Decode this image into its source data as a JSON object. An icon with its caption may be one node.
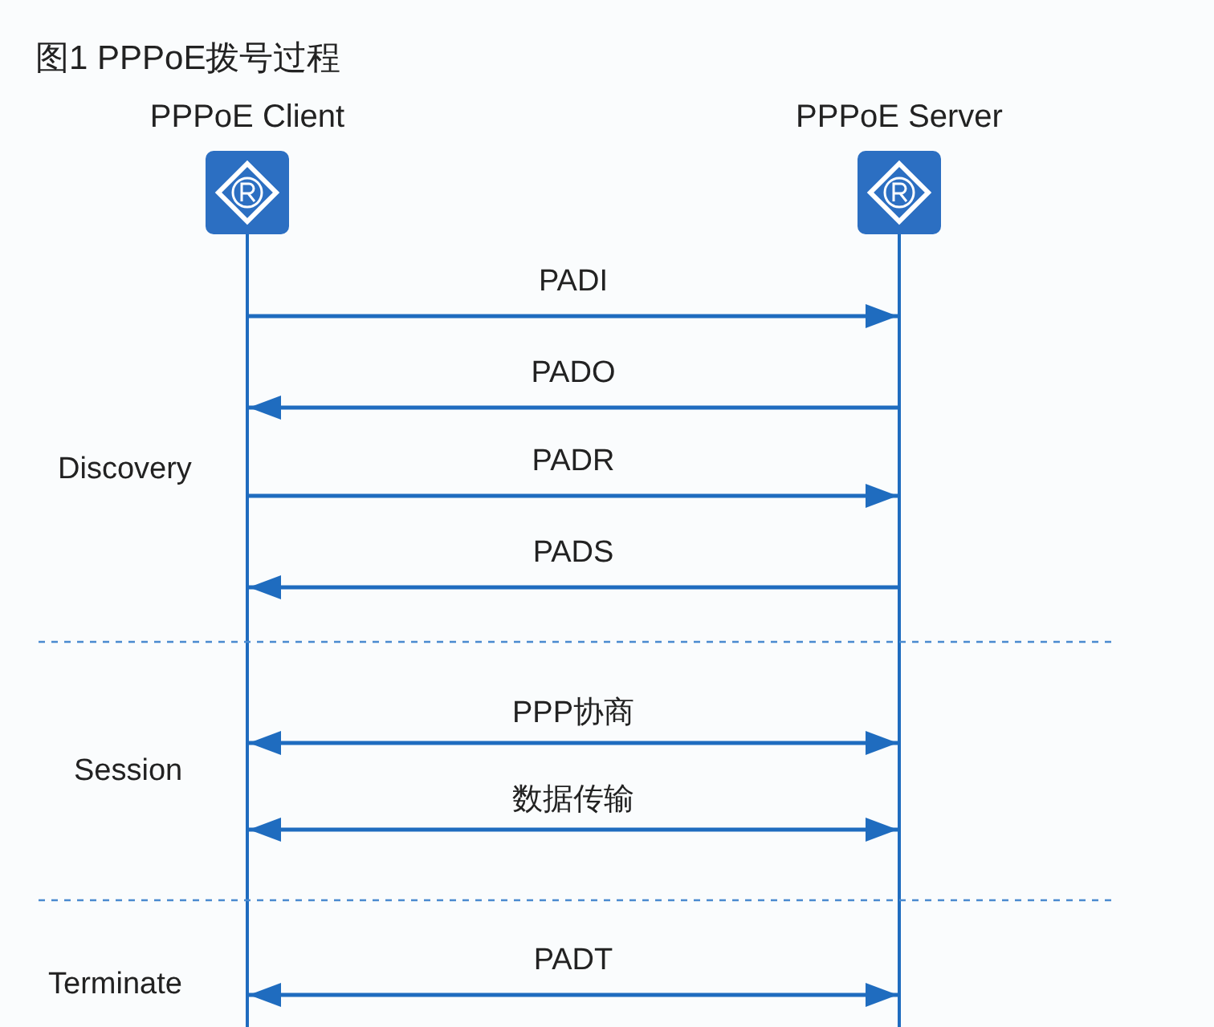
{
  "diagram": {
    "title": "图1 PPPoE拨号过程",
    "nodes": [
      {
        "text": [
          "PPPoE Client"
        ]
      },
      {
        "text": [
          "PPPoE Server"
        ]
      }
    ],
    "edges": [
      {
        "from": 0,
        "to": 1,
        "arrow": "to",
        "label": "PADI"
      },
      {
        "from": 1,
        "to": 0,
        "arrow": "to",
        "label": "PADO"
      },
      {
        "from": 0,
        "to": 1,
        "arrow": "to",
        "label": "PADR"
      },
      {
        "from": 1,
        "to": 0,
        "arrow": "to",
        "label": "PADS"
      },
      {
        "from": 0,
        "to": 1,
        "arrow": "both",
        "label": "PPP协商"
      },
      {
        "from": 0,
        "to": 1,
        "arrow": "both",
        "label": "数据传输"
      },
      {
        "from": 0,
        "to": 1,
        "arrow": "both",
        "label": "PADT"
      }
    ],
    "labels": [
      "Discovery",
      "Session",
      "Terminate"
    ]
  }
}
